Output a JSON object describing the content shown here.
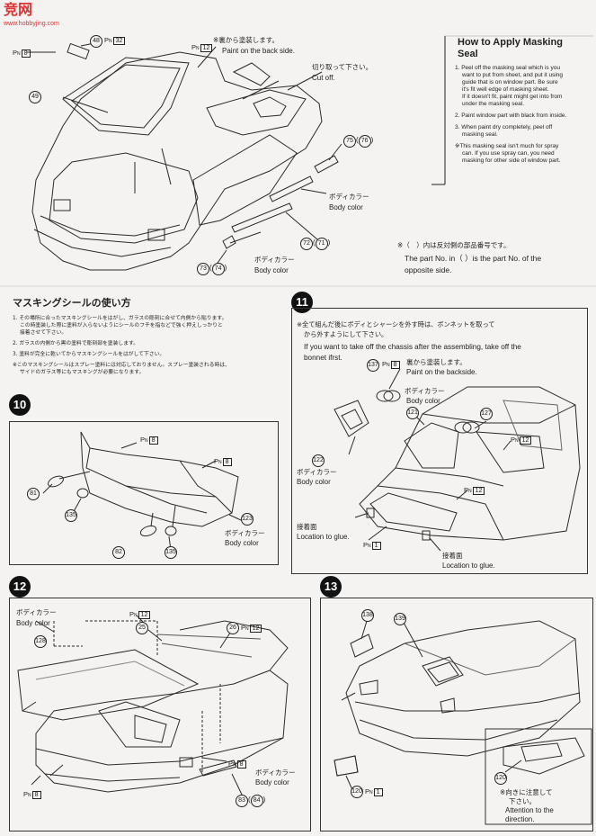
{
  "watermark": {
    "logo_text": "竞网",
    "url": "www.hobbyjing.com"
  },
  "masking_box": {
    "title_line1": "How to Apply Masking",
    "title_line2": "Seal",
    "steps": [
      "1. Peel off the masking seal which is you",
      "want to put from sheet, and put it using",
      "guide that is on window part. Be sure",
      "it's fit well edge of masking sheet.",
      "If it doesn't fit, paint might get into from",
      "under the masking seal.",
      "2. Paint window part with black from inside.",
      "3. When paint dry completely, peel off",
      "masking seal.",
      "※This masking seal isn't much for spray",
      "can. If you use spray can, you need",
      "masking for other side of window part."
    ]
  },
  "top": {
    "back_jp": "※裏から塗装します。",
    "back_en": "Paint on the back side.",
    "cut_jp": "切り取って下さい。",
    "cut_en": "Cut off.",
    "body_jp_1": "ボディカラー",
    "body_en_1": "Body color",
    "body_jp_2": "ボディカラー",
    "body_en_2": "Body color",
    "parts": {
      "p48": "48",
      "p49": "49",
      "p75": "75",
      "p76": "76",
      "p72": "72",
      "p71": "71",
      "p73": "73",
      "p74": "74"
    },
    "tags": {
      "pn8": "8",
      "pn32": "32",
      "pn12": "12"
    },
    "note_jp": "※（　）内は反対側の部品番号です。",
    "note_en_1": "The part No. in（  ）is the part  No. of the",
    "note_en_2": "opposite side."
  },
  "jp_masking": {
    "title": "マスキングシールの使い方",
    "lines": [
      "1. その場所に合ったマスキングシールをはがし、ガラスの彫刻に合せて内側から貼ります。",
      "この時塗装した際に塗料が入らないようにシールのフチを指などで強く押えしっかりと",
      "接着させて下さい。",
      "2. ガラスの内側から黒の塗料で彫刻部を塗装します。",
      "3. 塗料が完全に乾いてからマスキングシールをはがして下さい。",
      "※このマスキングシールはスプレー塗料には対応しておりません。スプレー塗装される時は、",
      "サイドのガラス等にもマスキングが必要になります。"
    ]
  },
  "step10": {
    "num": "10",
    "parts": {
      "p81": "81",
      "p135a": "135",
      "p82": "82",
      "p135b": "135",
      "p123": "123"
    },
    "tags": {
      "pn8a": "8",
      "pn8b": "8"
    },
    "body_jp": "ボディカラー",
    "body_en": "Body color"
  },
  "step11": {
    "num": "11",
    "note_jp_1": "※全て組んだ後にボディとシャーシを外す時は、ボンネットを取って",
    "note_jp_2": "から外すようにして下さい。",
    "note_en_1": "If you want to take off the chassis after the assembling, take off the",
    "note_en_2": "bonnet ifrst.",
    "back_jp": "裏から塗装します。",
    "back_en": "Paint on the backside.",
    "body_jp_1": "ボディカラー",
    "body_en_1": "Body color",
    "body_jp_2": "ボディカラー",
    "body_en_2": "Body color",
    "glue_jp_1": "接着面",
    "glue_en_1": "Location to glue.",
    "glue_jp_2": "接着面",
    "glue_en_2": "Location to glue.",
    "parts": {
      "p137": "137",
      "p121": "121",
      "p122": "122",
      "p127": "127"
    },
    "tags": {
      "pn8": "8",
      "pn12a": "12",
      "pn12b": "12",
      "pn1": "1"
    }
  },
  "step12": {
    "num": "12",
    "body_jp_1": "ボディカラー",
    "body_en_1": "Body color",
    "body_jp_2": "ボディカラー",
    "body_en_2": "Body color",
    "parts": {
      "p128": "128",
      "p25": "25",
      "p26": "26",
      "p83": "83",
      "p84": "84"
    },
    "tags": {
      "pn12a": "12",
      "pn12b": "12",
      "pn8a": "8",
      "pn8b": "8"
    }
  },
  "step13": {
    "num": "13",
    "parts": {
      "p138": "138",
      "p139": "139",
      "p120a": "120",
      "p120b": "120"
    },
    "tags": {
      "pn1": "1"
    },
    "attn_jp_1": "※向きに注意して",
    "attn_jp_2": "下さい。",
    "attn_en_1": "Attention to the",
    "attn_en_2": "direction."
  },
  "pn_prefix": "P",
  "pn_sub": "N"
}
